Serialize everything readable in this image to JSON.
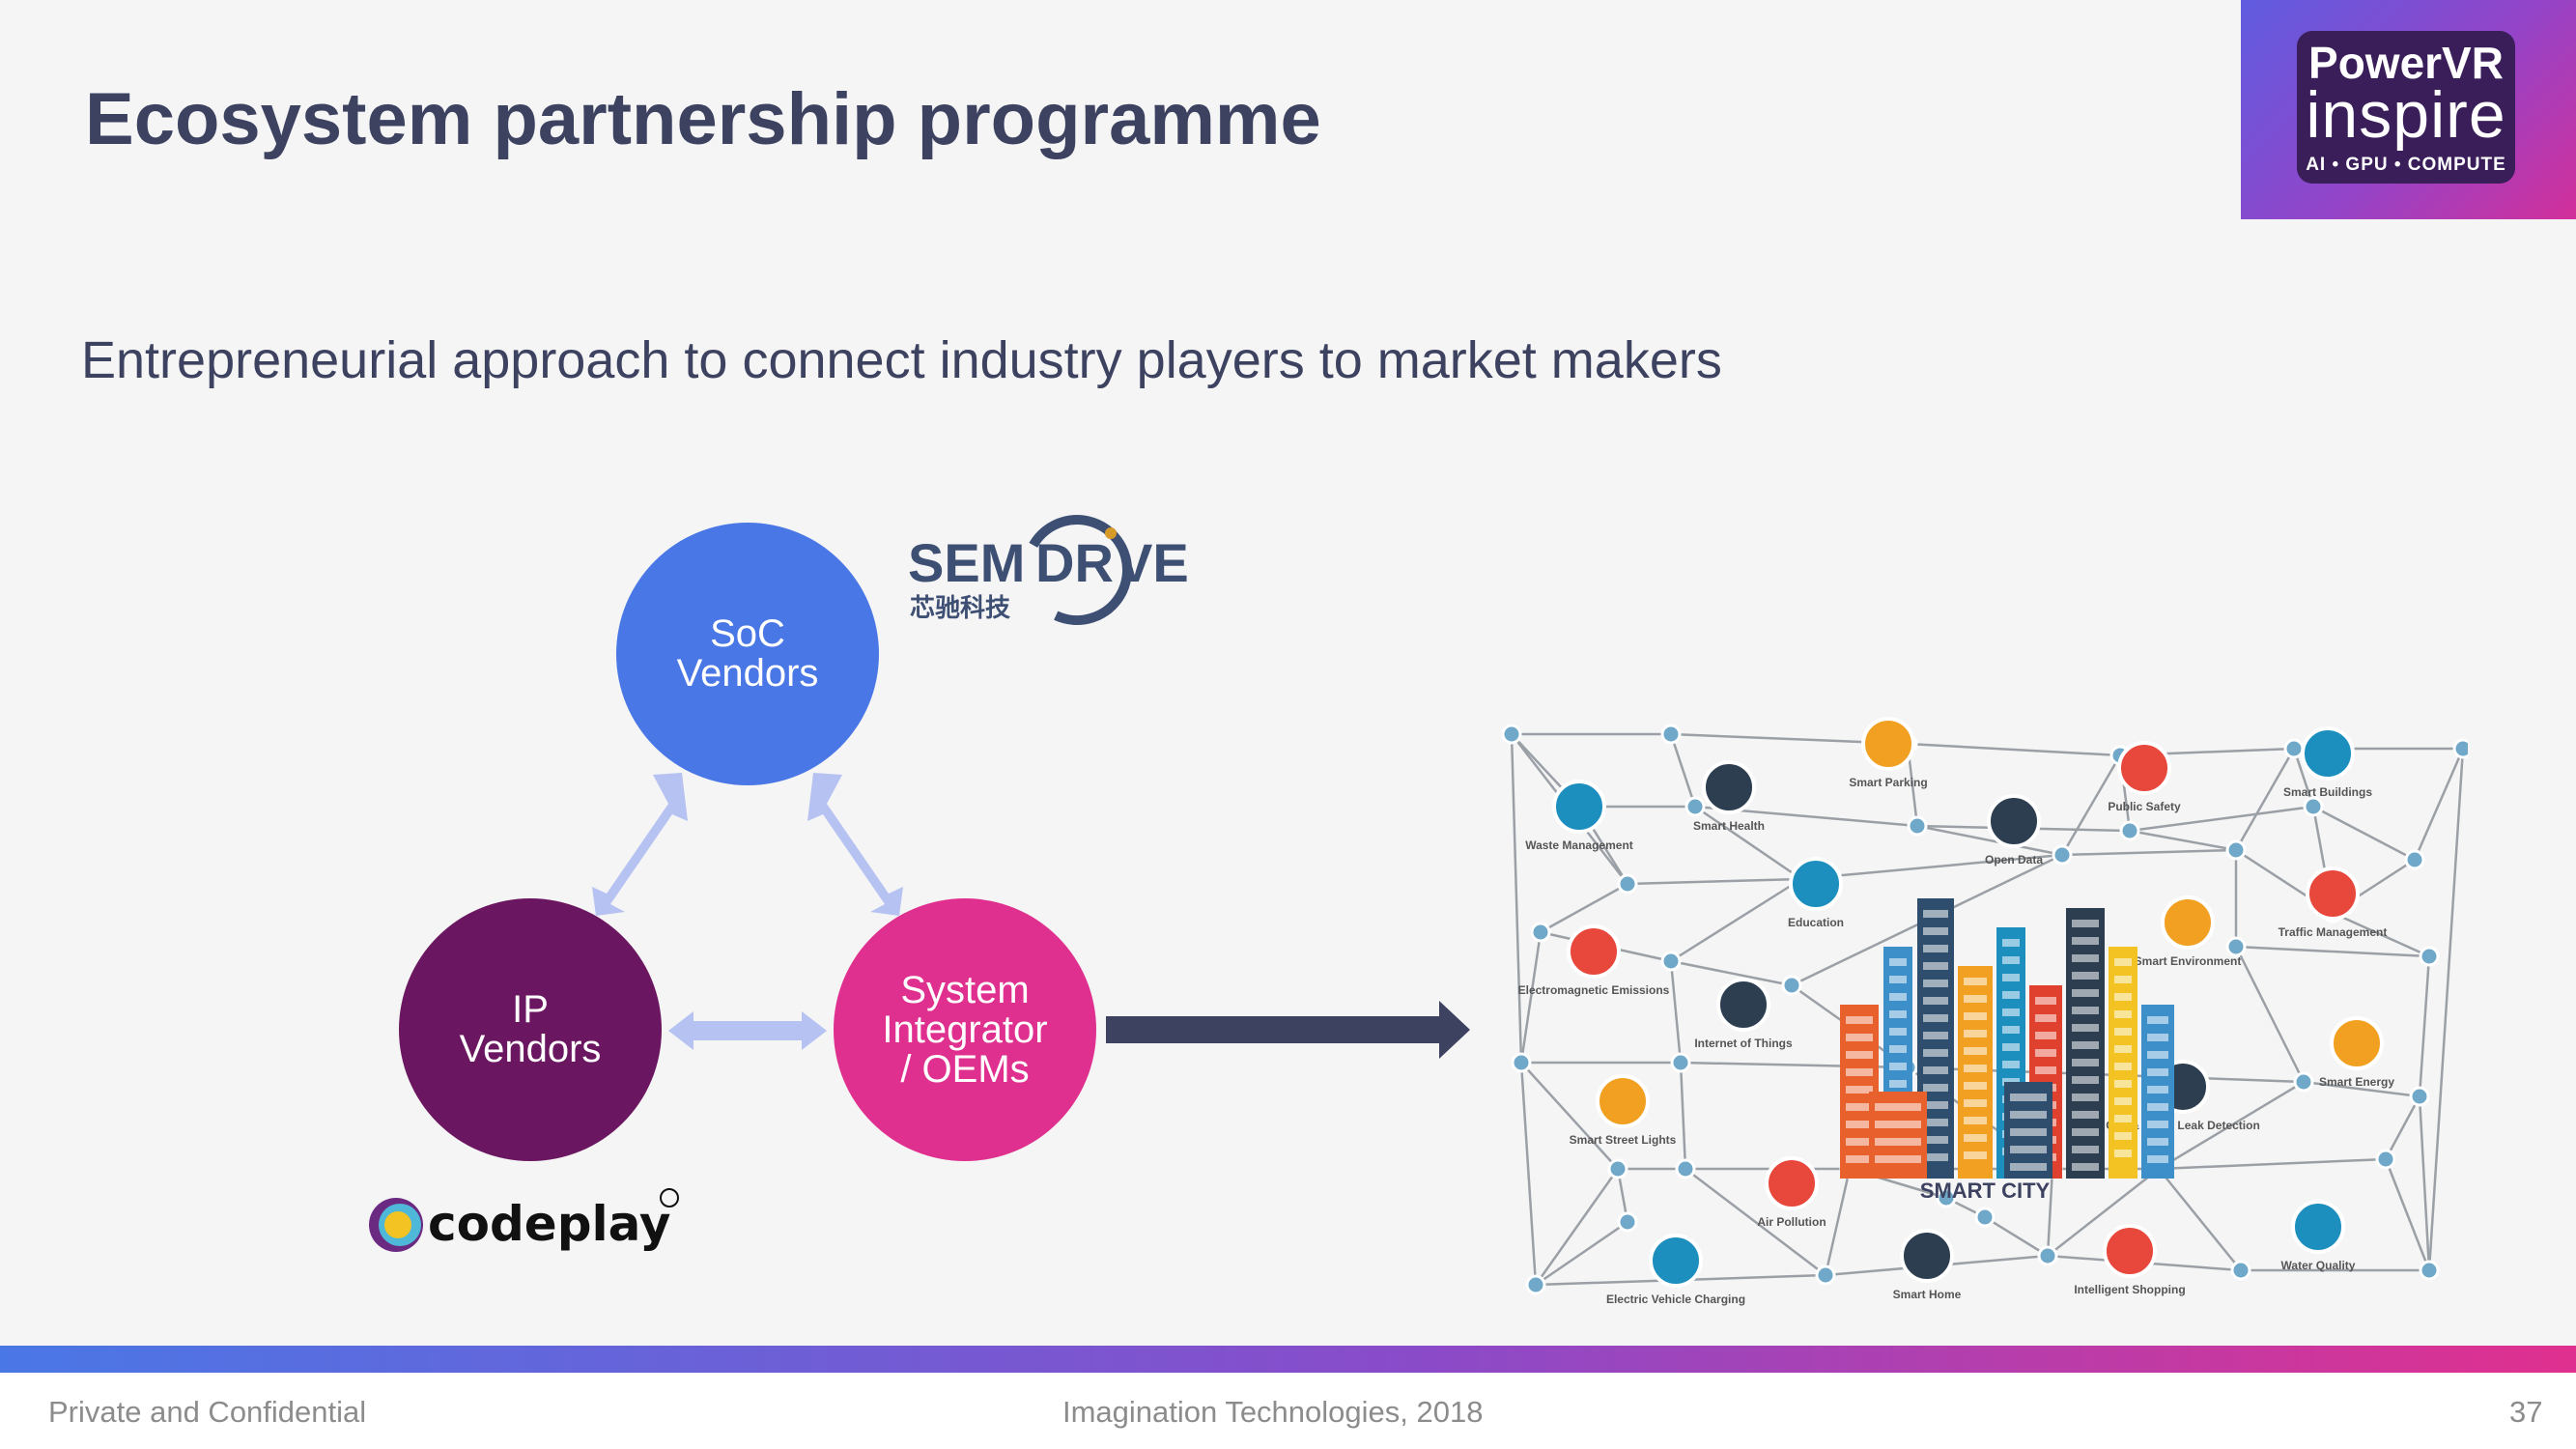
{
  "slide": {
    "title": "Ecosystem partnership programme",
    "subtitle": "Entrepreneurial approach to connect industry players to market makers"
  },
  "brand": {
    "line1": "PowerVR",
    "line2": "inspire",
    "line3": "AI • GPU • COMPUTE",
    "colors": {
      "gradient_start": "#5f5ce0",
      "gradient_end": "#d32f9a",
      "badge": "#3a1e5a"
    }
  },
  "diagram": {
    "nodes": [
      {
        "id": "soc",
        "label": "SoC\nVendors",
        "color": "#4a77e6"
      },
      {
        "id": "ip",
        "label": "IP\nVendors",
        "color": "#6b1660"
      },
      {
        "id": "system",
        "label": "System\nIntegrator\n/ OEMs",
        "color": "#e0308f"
      }
    ],
    "arrow_color": "#b5c2f2",
    "flow_arrow_color": "#3d4260"
  },
  "logos": {
    "semdrive": {
      "text_left": "SEM",
      "text_right": "DR",
      "text_end": "VE",
      "chinese": "芯驰科技"
    },
    "codeplay": {
      "text": "codeplay"
    }
  },
  "smart_city": {
    "center_label": "SMART CITY",
    "icon_labels": [
      "Smart Parking",
      "Public Safety",
      "Smart Buildings",
      "Waste Management",
      "Smart Health",
      "Open Data",
      "Education",
      "Traffic Management",
      "Smart Environment",
      "Electromagnetic Emissions",
      "Internet of Things",
      "Smart Energy",
      "Gas & Water Leak Detection",
      "Smart Street Lights",
      "Air Pollution",
      "Water Quality",
      "Smart Home",
      "Intelligent Shopping",
      "Electric Vehicle Charging"
    ]
  },
  "footer": {
    "left": "Private and Confidential",
    "center": "Imagination Technologies, 2018",
    "page": "37"
  }
}
